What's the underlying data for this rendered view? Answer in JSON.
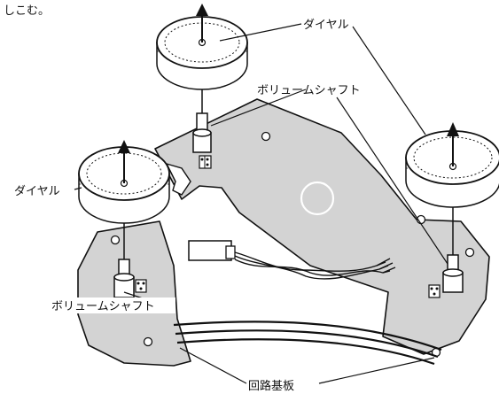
{
  "caption_fragment": "しこむ。",
  "labels": {
    "dial_top_right": "ダイヤル",
    "volume_shaft_top": "ボリュームシャフト",
    "dial_left": "ダイヤル",
    "volume_shaft_bottom": "ボリュームシャフト",
    "circuit_board": "回路基板"
  },
  "colors": {
    "board_fill": "#d3d3d3",
    "outline": "#111111",
    "dial_fill": "#ffffff",
    "background": "#ffffff"
  }
}
